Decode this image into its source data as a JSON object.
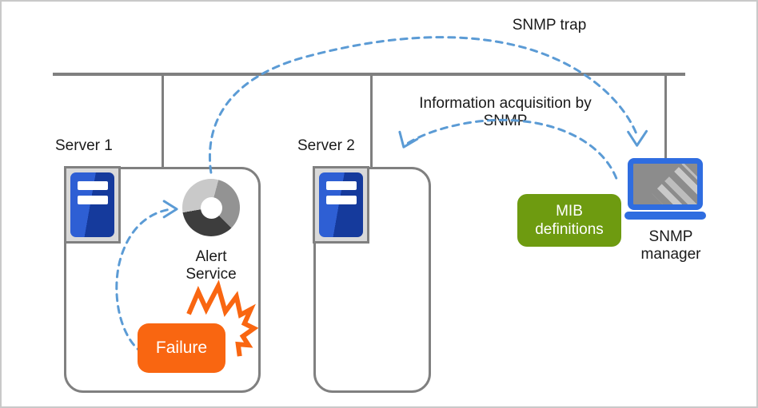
{
  "diagram": {
    "description": "SNMP monitoring architecture diagram",
    "labels": {
      "snmp_trap": "SNMP trap",
      "information_acquisition": "Information acquisition by SNMP",
      "server1": "Server 1",
      "server2": "Server 2",
      "alert_service": "Alert Service",
      "failure": "Failure",
      "mib_definitions": "MIB definitions",
      "snmp_manager": "SNMP manager"
    },
    "icons": [
      "server-icon",
      "alert-service-donut-icon",
      "laptop-icon",
      "explosion-icon",
      "snmp-trap-arrow",
      "info-acquisition-arrow",
      "failure-alert-arrow",
      "network-bus-line"
    ]
  },
  "colors": {
    "arrow_blue": "#5B9BD5",
    "line_gray": "#7F7F7F",
    "box_border": "#808080",
    "failure_orange": "#F96611",
    "mib_green": "#6E9B10",
    "laptop_blue": "#2F6DE0",
    "screen_gray": "#8C8C8C",
    "server_blue_light": "#2E5FD4",
    "server_blue_dark": "#153A9C",
    "donut_light": "#C9C9C9",
    "donut_mid": "#939393",
    "donut_dark": "#3D3D3D",
    "icon_tray_gray": "#D9D9D9",
    "text_black": "#1A1A1A",
    "canvas_border": "#C9C9C9"
  }
}
